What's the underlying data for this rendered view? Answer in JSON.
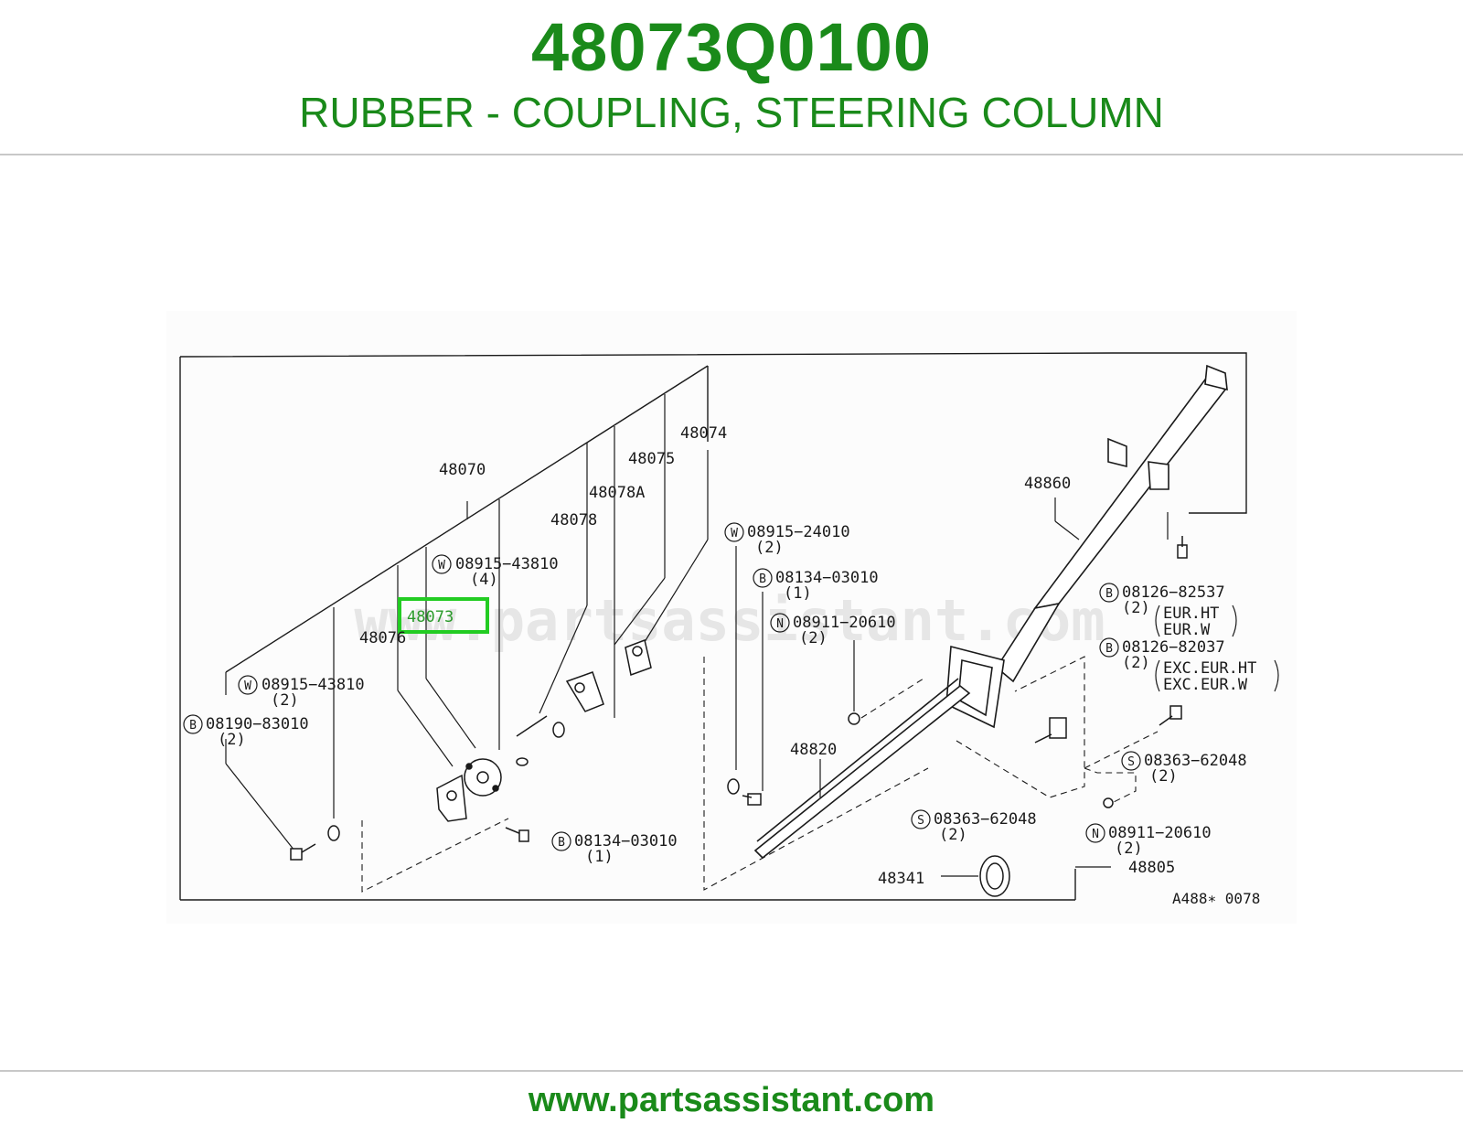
{
  "colors": {
    "brand": "#1a8a1a",
    "highlight": "#22cc22",
    "line": "#1a1a1a",
    "rule": "#c8c8c8"
  },
  "header": {
    "part_number": "48073Q0100",
    "description": "RUBBER - COUPLING, STEERING COLUMN"
  },
  "diagram": {
    "highlighted_part": "48073",
    "watermark": "www.partsassistant.com",
    "code": "A488∗ 0078",
    "labels": {
      "p48070": "48070",
      "p48074": "48074",
      "p48075": "48075",
      "p48078A": "48078A",
      "p48078": "48078",
      "p48076": "48076",
      "p48860": "48860",
      "p48820": "48820",
      "p48341": "48341",
      "p48805": "48805",
      "w08915_43810_a": "08915−43810",
      "w08915_43810_a_qty": "(4)",
      "w08915_43810_b": "08915−43810",
      "w08915_43810_b_qty": "(2)",
      "b08190_83010": "08190−83010",
      "b08190_83010_qty": "(2)",
      "b08134_03010_a": "08134−03010",
      "b08134_03010_a_qty": "(1)",
      "w08915_24010": "08915−24010",
      "w08915_24010_qty": "(2)",
      "b08134_03010_b": "08134−03010",
      "b08134_03010_b_qty": "(1)",
      "n08911_20610_a": "08911−20610",
      "n08911_20610_a_qty": "(2)",
      "b08126_82537": "08126−82537",
      "b08126_82537_qty": "(2)",
      "eur_ht": "EUR.HT",
      "eur_w": "EUR.W",
      "b08126_82037": "08126−82037",
      "b08126_82037_qty": "(2)",
      "exc_eur_ht": "EXC.EUR.HT",
      "exc_eur_w": "EXC.EUR.W",
      "s08363_62048_a": "08363−62048",
      "s08363_62048_a_qty": "(2)",
      "s08363_62048_b": "08363−62048",
      "s08363_62048_b_qty": "(2)",
      "n08911_20610_b": "08911−20610",
      "n08911_20610_b_qty": "(2)"
    },
    "symbols": {
      "washer": "W",
      "bolt": "B",
      "nut": "N",
      "screw": "S"
    }
  },
  "footer": {
    "url": "www.partsassistant.com"
  }
}
